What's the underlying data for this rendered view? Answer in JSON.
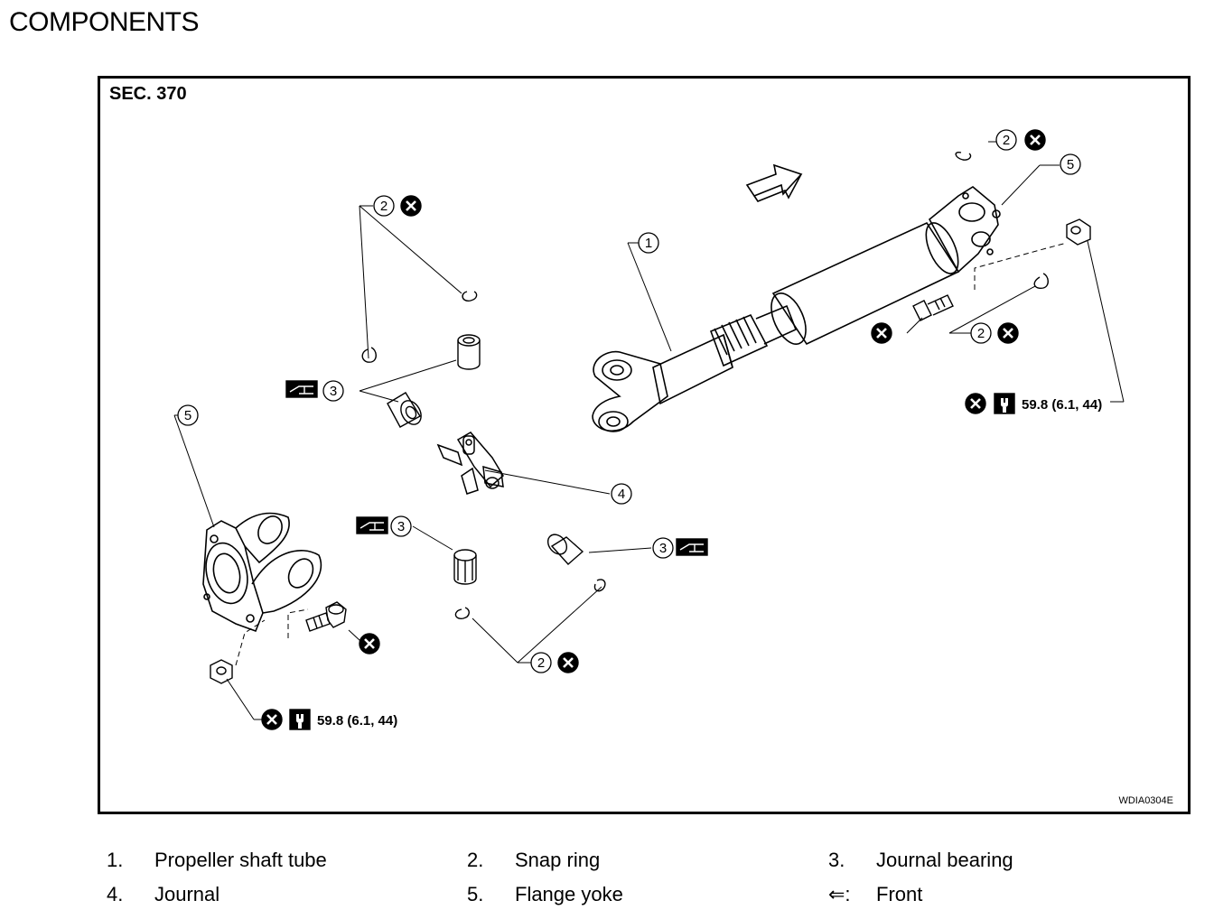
{
  "page": {
    "heading": "COMPONENTS"
  },
  "diagram": {
    "section": "SEC. 370",
    "figure_code": "WDIA0304E",
    "torque_spec": "59.8 (6.1, 44)",
    "callouts": {
      "shaft_tube": "1",
      "snap_ring": "2",
      "journal_bearing": "3",
      "journal": "4",
      "flange_yoke": "5"
    }
  },
  "legend": [
    {
      "num": "1.",
      "text": "Propeller shaft tube"
    },
    {
      "num": "2.",
      "text": "Snap ring"
    },
    {
      "num": "3.",
      "text": "Journal bearing"
    },
    {
      "num": "4.",
      "text": "Journal"
    },
    {
      "num": "5.",
      "text": "Flange yoke"
    },
    {
      "num": "⇐:",
      "text": "Front"
    }
  ]
}
